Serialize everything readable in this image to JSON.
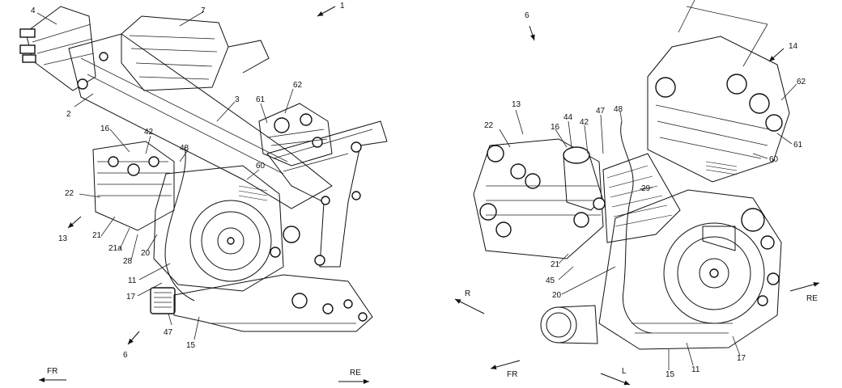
{
  "left_figure": {
    "labels": [
      "1",
      "4",
      "7",
      "2",
      "3",
      "16",
      "42",
      "48",
      "61",
      "62",
      "60",
      "22",
      "13",
      "21",
      "21a",
      "28",
      "20",
      "11",
      "17",
      "47",
      "6",
      "15"
    ],
    "directions": {
      "front": "FR",
      "rear": "RE"
    }
  },
  "right_figure": {
    "labels": [
      "6",
      "14",
      "13",
      "22",
      "16",
      "44",
      "47",
      "42",
      "48",
      "62",
      "29",
      "61",
      "60",
      "21",
      "45",
      "20",
      "17",
      "11",
      "15"
    ],
    "directions": {
      "right": "R",
      "rear": "RE",
      "front": "FR",
      "left": "L"
    }
  }
}
